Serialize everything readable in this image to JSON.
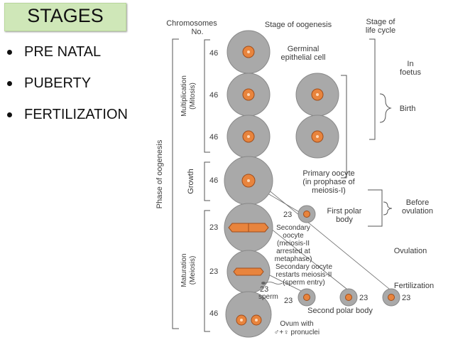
{
  "slide": {
    "title": "STAGES",
    "bullets": [
      "PRE NATAL",
      "PUBERTY",
      "FERTILIZATION"
    ]
  },
  "diagram": {
    "col_chromosomes": [
      "Chromosomes",
      "No."
    ],
    "col_stage": "Stage of oogenesis",
    "col_lifecycle": [
      "Stage of",
      "life cycle"
    ],
    "phase_label": "Phase of oogenesis",
    "multiplication_label": [
      "Multiplication",
      "(Mitosis)"
    ],
    "growth_label": "Growth",
    "maturation_label": [
      "Maturation",
      "(Meiosis)"
    ],
    "chromosome_numbers": [
      "46",
      "46",
      "46",
      "46",
      "23",
      "23",
      "46"
    ],
    "stage_germinal": [
      "Germinal",
      "epithelial cell"
    ],
    "stage_primary": [
      "Primary oocyte",
      "(in prophase of",
      "meiosis-I)"
    ],
    "first_polar_number": "23",
    "first_polar": [
      "First polar",
      "body"
    ],
    "stage_secondary": [
      "Secondary",
      "oocyte",
      "(meiosis-II",
      "arrested at",
      "metaphase)"
    ],
    "stage_secondary_restart": [
      "Secondary oocyte",
      "restarts meiosis-II",
      "(sperm entry)"
    ],
    "sperm_number": "23",
    "sperm_label": "sperm",
    "second_polar_numbers": [
      "23",
      "23",
      "23"
    ],
    "second_polar_label": "Second polar body",
    "ovum_label": [
      "Ovum with",
      "♂+♀ pronuclei"
    ],
    "lifecycle_in_foetus": [
      "In",
      "foetus"
    ],
    "lifecycle_birth": "Birth",
    "lifecycle_before_ovulation": [
      "Before",
      "ovulation"
    ],
    "lifecycle_ovulation": "Ovulation",
    "lifecycle_fertilization": "Fertilization"
  },
  "colors": {
    "title_bg": "#cfe7b8",
    "cell_fill": "#a9a9a9",
    "nucleus": "#e8843d",
    "line": "#555555"
  }
}
